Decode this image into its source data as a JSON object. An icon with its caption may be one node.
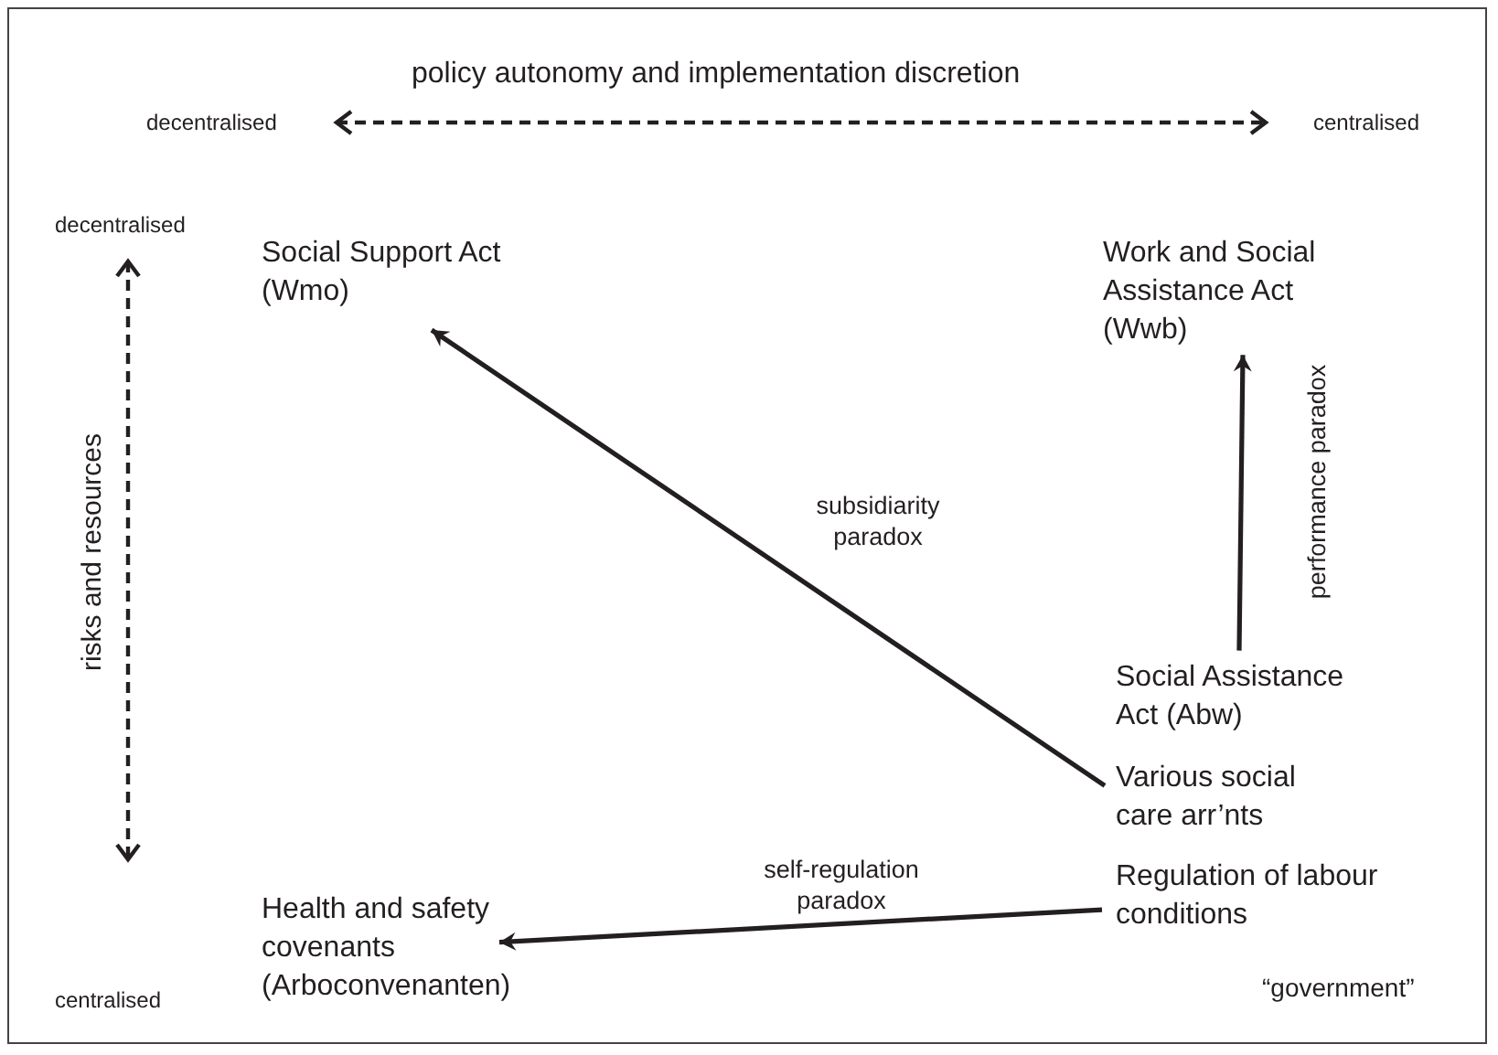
{
  "diagram": {
    "nodes": [
      {
        "text": [
          "Social Support Act (Wmo)"
        ]
      },
      {
        "text": [
          "Work and Social Assistance Act (Wwb)"
        ]
      },
      {
        "text": [
          "Social Assistance Act (Abw)"
        ]
      },
      {
        "text": [
          "Various social care arr’nts"
        ]
      },
      {
        "text": [
          "Regulation of labour conditions"
        ]
      },
      {
        "text": [
          "Health and safety covenants (Arboconvenanten)"
        ]
      }
    ],
    "edges": [
      {
        "from": 3,
        "to": 0,
        "arrow": "to",
        "label": "subsidiarity paradox"
      },
      {
        "from": 2,
        "to": 1,
        "arrow": "to",
        "label": "performance paradox"
      },
      {
        "from": 4,
        "to": 5,
        "arrow": "to",
        "label": "self-regulation paradox"
      }
    ],
    "labels": [
      "policy autonomy and implementation discretion",
      "decentralised",
      "centralised",
      "decentralised",
      "risks and resources",
      "centralised",
      "“government”"
    ]
  }
}
